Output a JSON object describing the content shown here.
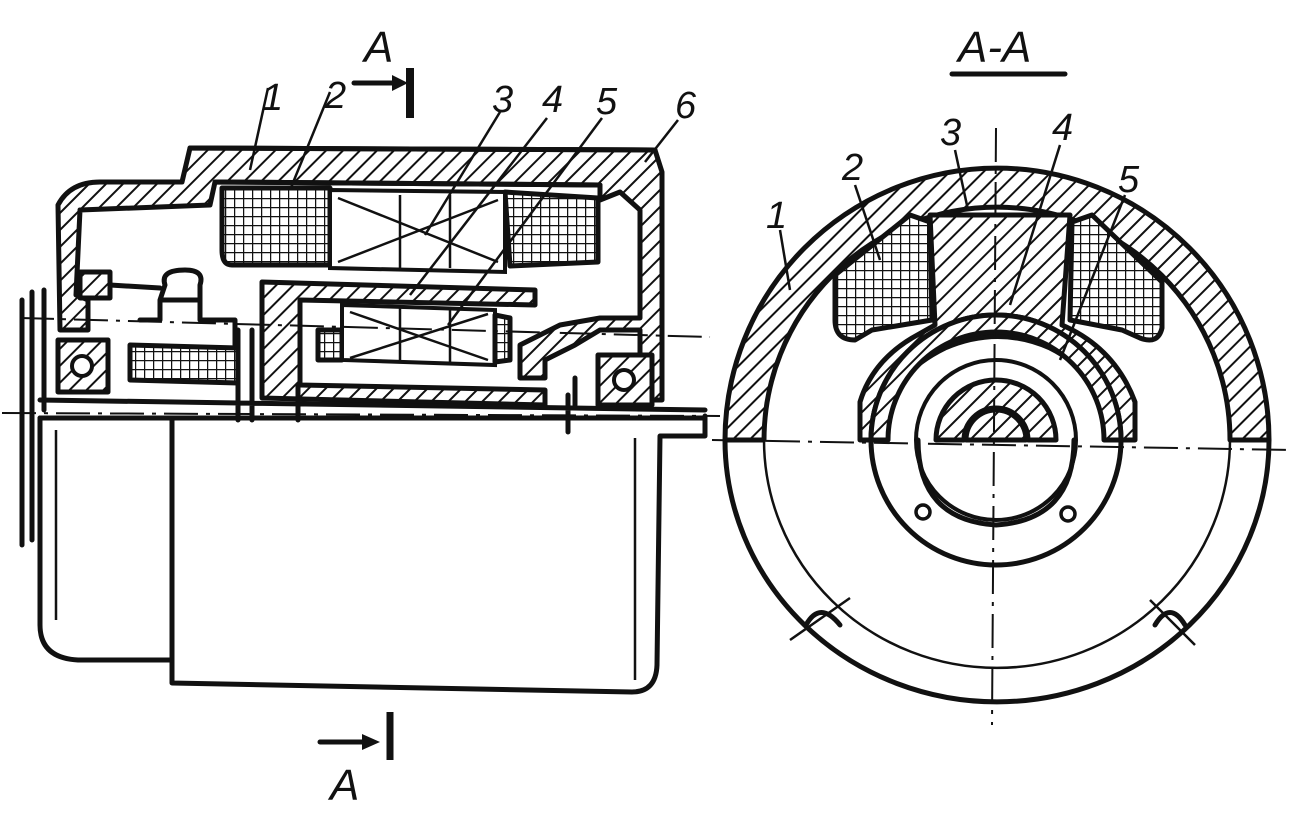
{
  "section_marks": {
    "top": "A",
    "bottom": "A",
    "view_title": "A-A"
  },
  "left_view_labels": [
    "1",
    "2",
    "3",
    "4",
    "5",
    "6"
  ],
  "right_view_labels": [
    "1",
    "2",
    "3",
    "4",
    "5"
  ]
}
